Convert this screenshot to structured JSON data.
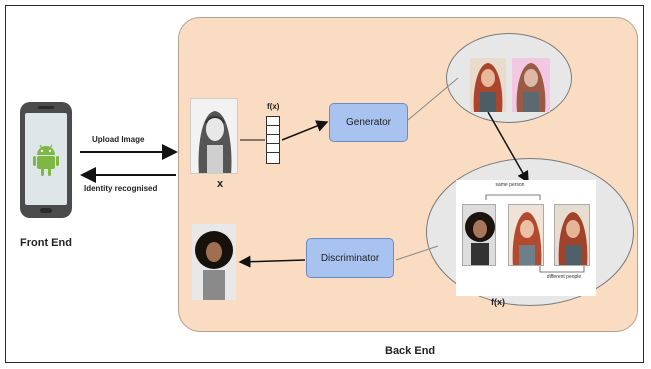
{
  "front_end": {
    "label": "Front End",
    "device_icon": "android-icon"
  },
  "back_end": {
    "label": "Back End"
  },
  "arrows": {
    "upload_label": "Upload Image",
    "identity_label": "Identity recognised"
  },
  "input": {
    "variable_label": "x",
    "feature_label": "f(x)"
  },
  "blocks": {
    "generator": "Generator",
    "discriminator": "Discriminator"
  },
  "comparison": {
    "same_label": "same person",
    "different_label": "different people",
    "feature_label": "f(x)"
  },
  "colors": {
    "backend_fill": "#f9dcc2",
    "block_fill": "#a9c3f0",
    "bubble_fill": "#e7e7e7"
  }
}
